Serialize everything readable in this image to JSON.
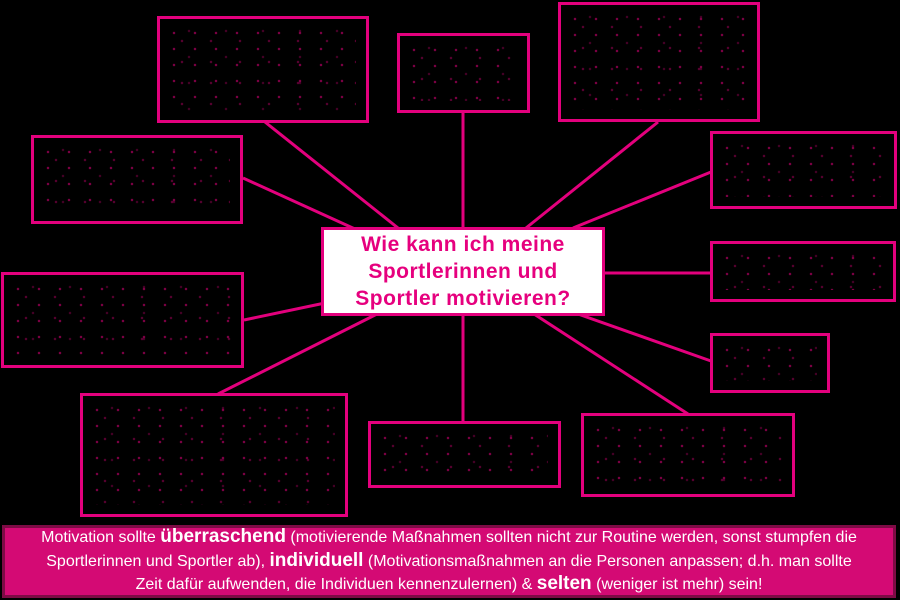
{
  "colors": {
    "background": "#000000",
    "magenta_border": "#e3007d",
    "center_box_fill": "#ffffff",
    "center_text": "#e6007e",
    "banner_fill": "#d40a74",
    "banner_border": "#7e0b45",
    "banner_text": "#ffffff"
  },
  "center_node": {
    "lines": [
      "Wie kann ich meine",
      "Sportlerinnen und",
      "Sportler motivieren?"
    ]
  },
  "nodes": [
    {
      "id": "top-left",
      "label": ""
    },
    {
      "id": "top-center",
      "label": ""
    },
    {
      "id": "top-right",
      "label": ""
    },
    {
      "id": "left-row2",
      "label": ""
    },
    {
      "id": "right-row2",
      "label": ""
    },
    {
      "id": "left-row3",
      "label": ""
    },
    {
      "id": "right-row3",
      "label": ""
    },
    {
      "id": "right-row4",
      "label": ""
    },
    {
      "id": "bottom-left",
      "label": ""
    },
    {
      "id": "bottom-center",
      "label": ""
    },
    {
      "id": "bottom-right",
      "label": ""
    }
  ],
  "banner": {
    "lines": [
      [
        {
          "text": "Motivation sollte "
        },
        {
          "text": "überraschend",
          "bold": true
        },
        {
          "text": " (motivierende Maßnahmen sollten nicht zur Routine werden, sonst stumpfen die"
        }
      ],
      [
        {
          "text": "Sportlerinnen und Sportler ab), "
        },
        {
          "text": "individuell",
          "bold": true
        },
        {
          "text": " (Motivationsmaßnahmen an die Personen anpassen; d.h. man sollte"
        }
      ],
      [
        {
          "text": "Zeit dafür aufwenden, die Individuen kennenzulernen) & "
        },
        {
          "text": "selten",
          "bold": true
        },
        {
          "text": " (weniger ist mehr) sein!"
        }
      ]
    ]
  }
}
